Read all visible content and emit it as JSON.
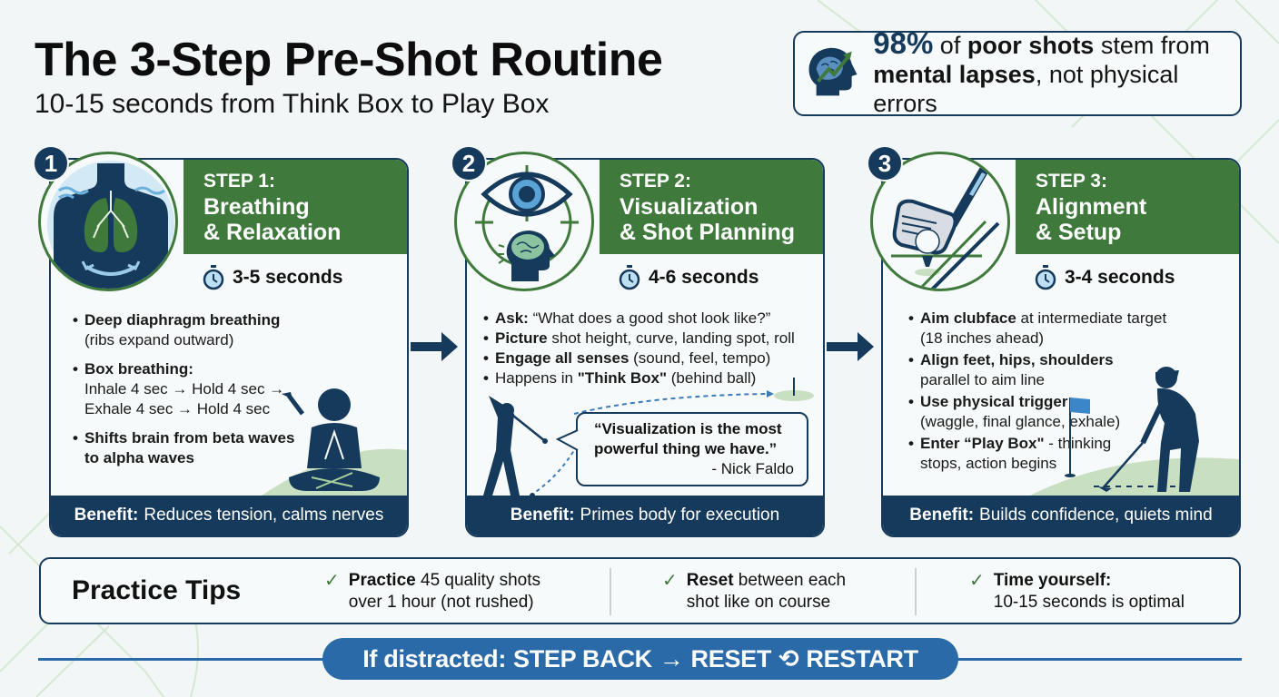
{
  "header": {
    "title": "The 3-Step Pre-Shot Routine",
    "subtitle": "10-15 seconds from Think Box to Play Box"
  },
  "stat": {
    "icon": "brain-growth-icon",
    "percent": "98%",
    "text_1": " of ",
    "bold_1": "poor shots",
    "text_2": " stem from",
    "bold_2": "mental lapses",
    "text_3": ", not physical errors"
  },
  "steps": [
    {
      "number": "1",
      "label": "STEP 1:",
      "name": "Breathing\n& Relaxation",
      "icon": "lungs-body-icon",
      "duration": "3-5 seconds",
      "bullets": [
        {
          "bold": "Deep diaphragm breathing",
          "text": "(ribs expand outward)"
        },
        {
          "bold": "Box breathing:",
          "text": "Inhale 4 sec → Hold 4 sec → Exhale 4 sec → Hold 4 sec"
        },
        {
          "bold": "Shifts brain from beta waves to alpha waves",
          "text": ""
        }
      ],
      "illustration": "meditating-golfer",
      "benefit_label": "Benefit:",
      "benefit_text": "Reduces tension, calms nerves"
    },
    {
      "number": "2",
      "label": "STEP 2:",
      "name": "Visualization\n& Shot Planning",
      "icon": "eye-target-brain-icon",
      "duration": "4-6 seconds",
      "bullets": [
        {
          "bold": "Ask:",
          "text": " “What does a good shot look like?”"
        },
        {
          "bold": "Picture",
          "text": " shot height, curve, landing spot, roll"
        },
        {
          "bold": "Engage all senses",
          "text": " (sound, feel, tempo)"
        },
        {
          "pre": "Happens in ",
          "bold": "\"Think Box\"",
          "text": " (behind ball)"
        }
      ],
      "quote": "“Visualization is the most powerful thing we have.”",
      "quote_author": "- Nick Faldo",
      "illustration": "swinging-golfer-flag",
      "benefit_label": "Benefit:",
      "benefit_text": "Primes body for execution"
    },
    {
      "number": "3",
      "label": "STEP 3:",
      "name": "Alignment\n& Setup",
      "icon": "club-ball-alignment-icon",
      "duration": "3-4 seconds",
      "bullets": [
        {
          "bold": "Aim clubface",
          "text": " at intermediate target",
          "sub": "(18 inches ahead)"
        },
        {
          "bold": "Align feet, hips, shoulders",
          "text": "",
          "sub": "parallel to aim line"
        },
        {
          "bold": "Use physical trigger",
          "text": "",
          "sub": "(waggle, final glance, exhale)"
        },
        {
          "bold": "Enter “Play Box\"",
          "text": " - thinking",
          "sub": "stops, action begins"
        }
      ],
      "illustration": "golfer-addressing-ball",
      "benefit_label": "Benefit:",
      "benefit_text": "Builds confidence, quiets mind"
    }
  ],
  "practice_tips": {
    "title": "Practice Tips",
    "items": [
      {
        "bold": "Practice",
        "text": " 45 quality shots",
        "line2": "over 1 hour (not rushed)"
      },
      {
        "bold": "Reset",
        "text": " between each",
        "line2": "shot like on course"
      },
      {
        "bold": "Time yourself:",
        "text": "",
        "line2": "10-15 seconds is optimal"
      }
    ]
  },
  "distraction_banner": {
    "prefix": "If distracted:",
    "step_1": "STEP BACK",
    "arrow": "→",
    "step_2": "RESET",
    "cycle_icon": "⟲",
    "step_3": "RESTART"
  },
  "colors": {
    "navy": "#163a5c",
    "green": "#3f7a3c",
    "blue": "#2a6aa8",
    "light_blue": "#9ccbe8",
    "background": "#f2f6f6"
  }
}
